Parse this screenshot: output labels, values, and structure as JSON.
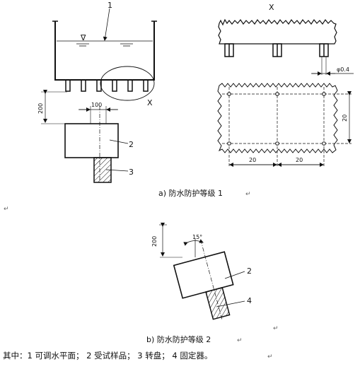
{
  "figure_a": {
    "view_label": "X",
    "detail_label": "X",
    "callouts": {
      "one": "1",
      "two": "2",
      "three": "3"
    },
    "dims": {
      "height_200": "200",
      "width_100": "100",
      "dia": "φ0.4",
      "spacing_1": "20",
      "spacing_2": "20",
      "spacing_v": "20"
    },
    "caption": "a) 防水防护等级 1",
    "water_symbol": "∇"
  },
  "figure_b": {
    "callouts": {
      "two": "2",
      "four": "4"
    },
    "dims": {
      "height_200": "200",
      "angle": "15°"
    },
    "caption": "b) 防水防护等级 2"
  },
  "legend": {
    "text": "其中：1  可调水平面；  2 受试样品；  3 转盘；  4 固定器。"
  },
  "return_mark": "↵"
}
